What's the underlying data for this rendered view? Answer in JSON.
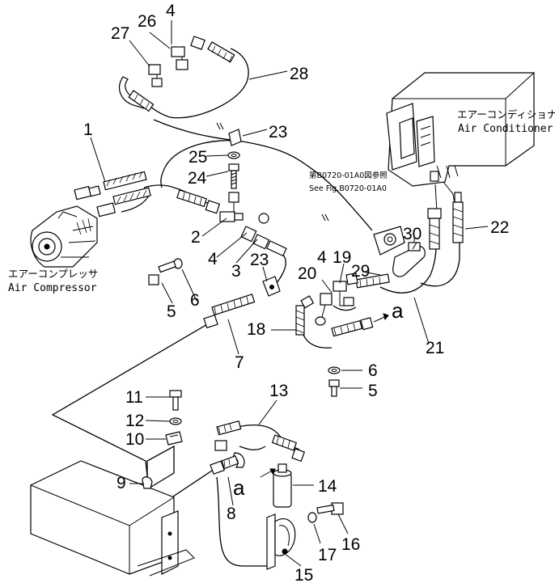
{
  "components": {
    "air_compressor": {
      "label_jp": "エアーコンプレッサ",
      "label_en": "Air Compressor"
    },
    "air_conditioner": {
      "label_jp": "エアーコンディショナ",
      "label_en": "Air Conditioner"
    }
  },
  "reference_note": {
    "jp": "第B0720-01A0図参照",
    "en": "See Fig.B0720-01A0"
  },
  "connection_marks": [
    "a",
    "a"
  ],
  "callouts": [
    "1",
    "2",
    "3",
    "4",
    "4",
    "4",
    "5",
    "5",
    "6",
    "6",
    "7",
    "8",
    "9",
    "10",
    "11",
    "12",
    "13",
    "14",
    "15",
    "16",
    "17",
    "18",
    "19",
    "20",
    "21",
    "22",
    "23",
    "23",
    "24",
    "25",
    "26",
    "27",
    "28",
    "29",
    "30"
  ]
}
